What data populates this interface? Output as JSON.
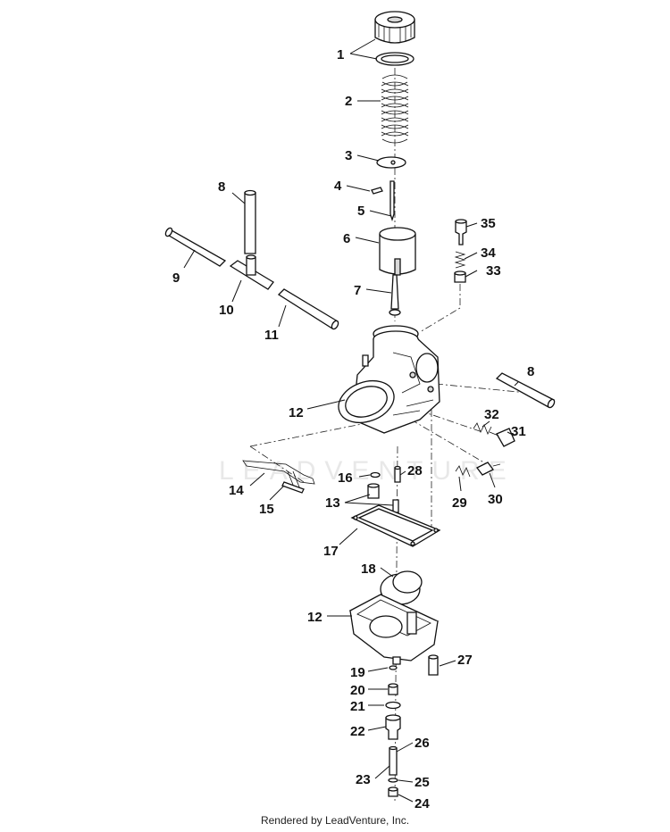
{
  "footer": {
    "credit": "Rendered by LeadVenture, Inc."
  },
  "watermark": {
    "text": "LEADVENTURE"
  },
  "callouts": {
    "c1": "1",
    "c2": "2",
    "c3": "3",
    "c4": "4",
    "c5": "5",
    "c6": "6",
    "c7": "7",
    "c8a": "8",
    "c8b": "8",
    "c9": "9",
    "c10": "10",
    "c11": "11",
    "c12a": "12",
    "c12b": "12",
    "c13": "13",
    "c14": "14",
    "c15": "15",
    "c16": "16",
    "c17": "17",
    "c18": "18",
    "c19": "19",
    "c20": "20",
    "c21": "21",
    "c22": "22",
    "c23": "23",
    "c24": "24",
    "c25": "25",
    "c26": "26",
    "c27": "27",
    "c28": "28",
    "c29": "29",
    "c30": "30",
    "c31": "31",
    "c32": "32",
    "c33": "33",
    "c34": "34",
    "c35": "35"
  }
}
